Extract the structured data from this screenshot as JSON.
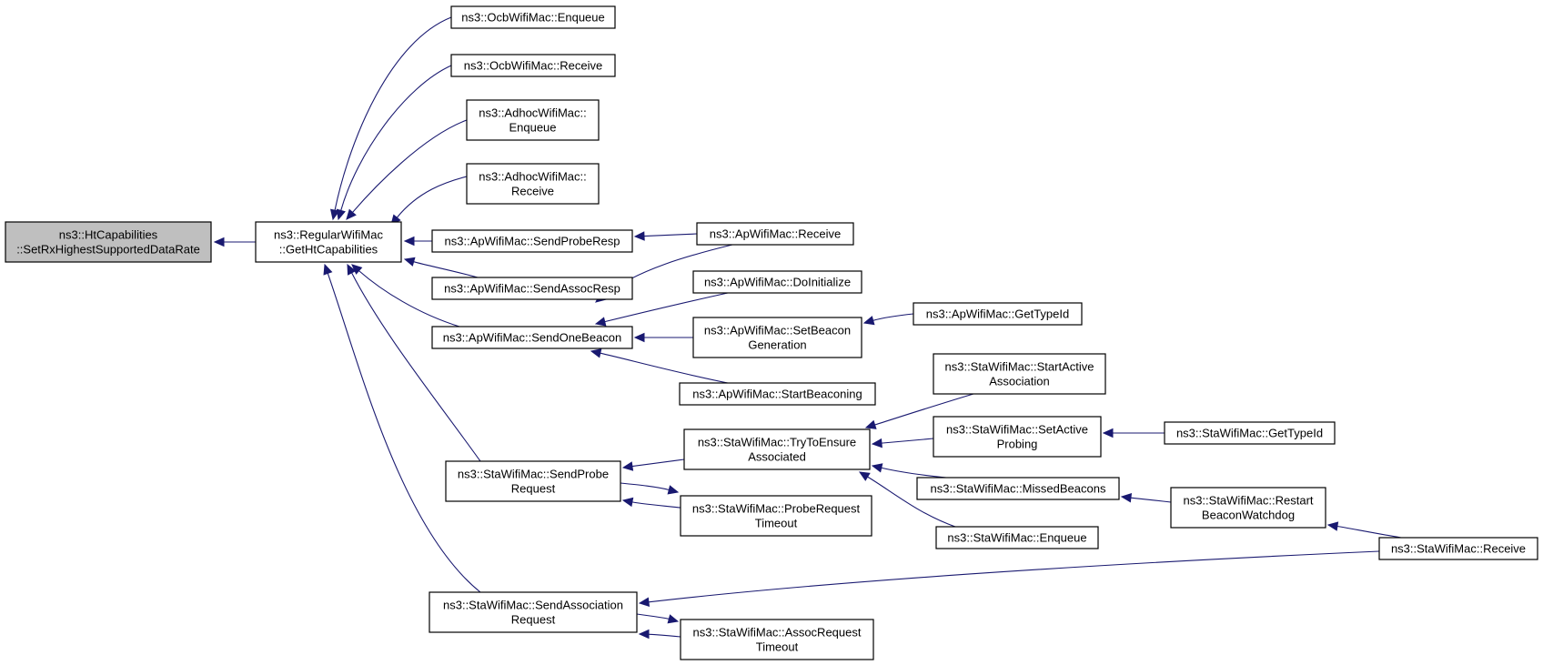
{
  "graph": {
    "edge_color": "#191970",
    "node_fill": "#ffffff",
    "root_fill": "#bfbfbf",
    "nodes": [
      {
        "id": "root",
        "lines": [
          "ns3::HtCapabilities",
          "::SetRxHighestSupportedDataRate"
        ],
        "root": true
      },
      {
        "id": "getHt",
        "lines": [
          "ns3::RegularWifiMac",
          "::GetHtCapabilities"
        ]
      },
      {
        "id": "ocbEnq",
        "lines": [
          "ns3::OcbWifiMac::Enqueue"
        ]
      },
      {
        "id": "ocbRecv",
        "lines": [
          "ns3::OcbWifiMac::Receive"
        ]
      },
      {
        "id": "adhocEnq",
        "lines": [
          "ns3::AdhocWifiMac::",
          "Enqueue"
        ]
      },
      {
        "id": "adhocRecv",
        "lines": [
          "ns3::AdhocWifiMac::",
          "Receive"
        ]
      },
      {
        "id": "apProbeResp",
        "lines": [
          "ns3::ApWifiMac::SendProbeResp"
        ]
      },
      {
        "id": "apAssocResp",
        "lines": [
          "ns3::ApWifiMac::SendAssocResp"
        ]
      },
      {
        "id": "apOneBeacon",
        "lines": [
          "ns3::ApWifiMac::SendOneBeacon"
        ]
      },
      {
        "id": "staProbeReq",
        "lines": [
          "ns3::StaWifiMac::SendProbe",
          "Request"
        ]
      },
      {
        "id": "staAssocReq",
        "lines": [
          "ns3::StaWifiMac::SendAssociation",
          "Request"
        ]
      },
      {
        "id": "apRecv",
        "lines": [
          "ns3::ApWifiMac::Receive"
        ]
      },
      {
        "id": "apDoInit",
        "lines": [
          "ns3::ApWifiMac::DoInitialize"
        ]
      },
      {
        "id": "apSetBeacon",
        "lines": [
          "ns3::ApWifiMac::SetBeacon",
          "Generation"
        ]
      },
      {
        "id": "apStartBeacon",
        "lines": [
          "ns3::ApWifiMac::StartBeaconing"
        ]
      },
      {
        "id": "apGetTypeId",
        "lines": [
          "ns3::ApWifiMac::GetTypeId"
        ]
      },
      {
        "id": "staTryEnsure",
        "lines": [
          "ns3::StaWifiMac::TryToEnsure",
          "Associated"
        ]
      },
      {
        "id": "staProbeTimeout",
        "lines": [
          "ns3::StaWifiMac::ProbeRequest",
          "Timeout"
        ]
      },
      {
        "id": "staAssocTimeout",
        "lines": [
          "ns3::StaWifiMac::AssocRequest",
          "Timeout"
        ]
      },
      {
        "id": "staStartActive",
        "lines": [
          "ns3::StaWifiMac::StartActive",
          "Association"
        ]
      },
      {
        "id": "staSetActive",
        "lines": [
          "ns3::StaWifiMac::SetActive",
          "Probing"
        ]
      },
      {
        "id": "staMissed",
        "lines": [
          "ns3::StaWifiMac::MissedBeacons"
        ]
      },
      {
        "id": "staEnq",
        "lines": [
          "ns3::StaWifiMac::Enqueue"
        ]
      },
      {
        "id": "staGetTypeId",
        "lines": [
          "ns3::StaWifiMac::GetTypeId"
        ]
      },
      {
        "id": "staRestart",
        "lines": [
          "ns3::StaWifiMac::Restart",
          "BeaconWatchdog"
        ]
      },
      {
        "id": "staRecv",
        "lines": [
          "ns3::StaWifiMac::Receive"
        ]
      }
    ],
    "edges": [
      {
        "from": "getHt",
        "to": "root"
      },
      {
        "from": "ocbEnq",
        "to": "getHt"
      },
      {
        "from": "ocbRecv",
        "to": "getHt"
      },
      {
        "from": "adhocEnq",
        "to": "getHt"
      },
      {
        "from": "adhocRecv",
        "to": "getHt"
      },
      {
        "from": "apProbeResp",
        "to": "getHt"
      },
      {
        "from": "apAssocResp",
        "to": "getHt"
      },
      {
        "from": "apOneBeacon",
        "to": "getHt"
      },
      {
        "from": "staProbeReq",
        "to": "getHt"
      },
      {
        "from": "staAssocReq",
        "to": "getHt"
      },
      {
        "from": "apRecv",
        "to": "apProbeResp"
      },
      {
        "from": "apRecv",
        "to": "apAssocResp"
      },
      {
        "from": "apDoInit",
        "to": "apOneBeacon"
      },
      {
        "from": "apSetBeacon",
        "to": "apOneBeacon"
      },
      {
        "from": "apStartBeacon",
        "to": "apOneBeacon"
      },
      {
        "from": "apGetTypeId",
        "to": "apSetBeacon"
      },
      {
        "from": "staTryEnsure",
        "to": "staProbeReq"
      },
      {
        "from": "staProbeTimeout",
        "to": "staProbeReq"
      },
      {
        "from": "staProbeReq",
        "to": "staProbeTimeout"
      },
      {
        "from": "staRecv",
        "to": "staAssocReq"
      },
      {
        "from": "staAssocTimeout",
        "to": "staAssocReq"
      },
      {
        "from": "staAssocReq",
        "to": "staAssocTimeout"
      },
      {
        "from": "staStartActive",
        "to": "staTryEnsure"
      },
      {
        "from": "staSetActive",
        "to": "staTryEnsure"
      },
      {
        "from": "staMissed",
        "to": "staTryEnsure"
      },
      {
        "from": "staEnq",
        "to": "staTryEnsure"
      },
      {
        "from": "staGetTypeId",
        "to": "staSetActive"
      },
      {
        "from": "staRestart",
        "to": "staMissed"
      },
      {
        "from": "staRecv",
        "to": "staRestart"
      }
    ]
  }
}
